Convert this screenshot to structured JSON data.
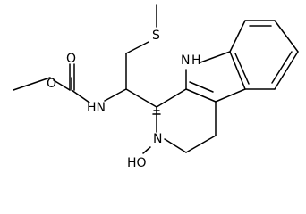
{
  "molecule": {
    "atom_labels": {
      "carbonyl_oxygen": "O",
      "ester_oxygen": "O",
      "carbamate_nitrogen": "HN",
      "sulfur": "S",
      "indole_nitrogen": "N",
      "indole_nitrogen_hydrogen": "H",
      "hydroxylamine_nitrogen": "N",
      "hydroxyl": "HO"
    }
  }
}
